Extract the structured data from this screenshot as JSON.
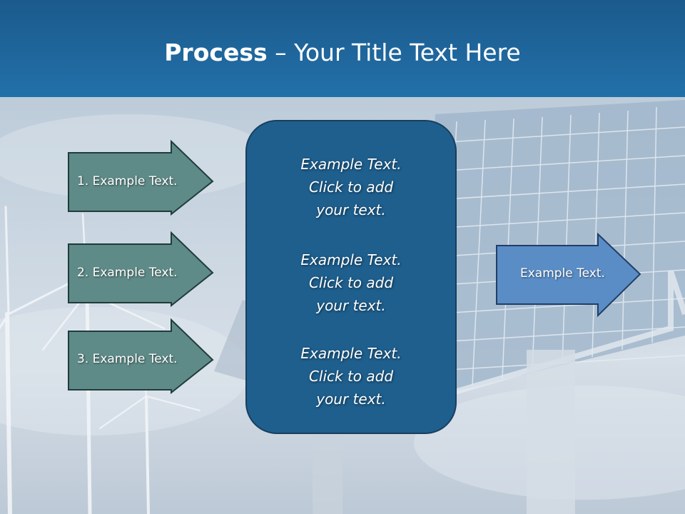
{
  "title": {
    "bold": "Process",
    "rest": " – Your Title Text Here"
  },
  "inputs": [
    {
      "label": "1. Example Text."
    },
    {
      "label": "2. Example Text."
    },
    {
      "label": "3. Example Text."
    }
  ],
  "center": {
    "paragraphs": [
      {
        "line1": "Example Text.",
        "line2": "Click  to add",
        "line3": "your text."
      },
      {
        "line1": "Example Text.",
        "line2": "Click  to add",
        "line3": "your text."
      },
      {
        "line1": "Example Text.",
        "line2": "Click  to add",
        "line3": "your text."
      }
    ]
  },
  "output": {
    "label": "Example Text."
  },
  "colors": {
    "header": "#2270a9",
    "input_arrow": "#5e8a87",
    "center_box": "#1e5f8e",
    "output_arrow": "#5a8dc6"
  }
}
